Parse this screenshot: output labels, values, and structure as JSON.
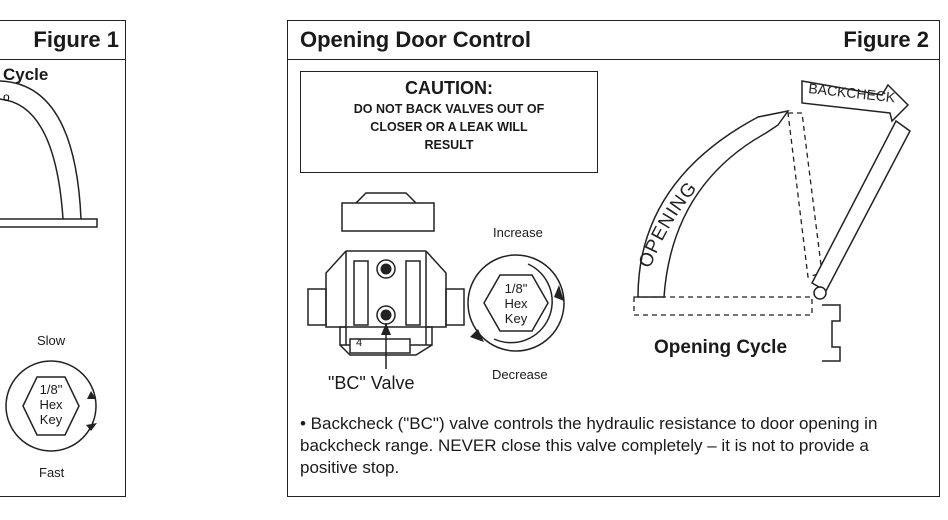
{
  "figure1": {
    "title": "Figure 1",
    "cycle_label": "Cycle",
    "speed_slow": "Slow",
    "speed_fast": "Fast",
    "hex_key_lines": [
      "1/8\"",
      "Hex",
      "Key"
    ]
  },
  "figure2": {
    "title": "Opening Door Control",
    "figure_label": "Figure 2",
    "caution": {
      "heading": "CAUTION:",
      "body": [
        "DO NOT BACK VALVES OUT OF",
        "CLOSER OR A LEAK WILL",
        "RESULT"
      ]
    },
    "valve": {
      "label": "\"BC\" Valve",
      "plate_number": "4"
    },
    "adjust": {
      "increase": "Increase",
      "decrease": "Decrease",
      "hex_key_lines": [
        "1/8\"",
        "Hex",
        "Key"
      ]
    },
    "diagram": {
      "opening_label": "OPENING",
      "backcheck_label": "BACKCHECK",
      "caption": "Opening Cycle"
    },
    "body_text": "• Backcheck (\"BC\") valve controls the hydraulic resistance to door opening in backcheck range. NEVER close this valve completely – it is not to provide a positive stop."
  }
}
